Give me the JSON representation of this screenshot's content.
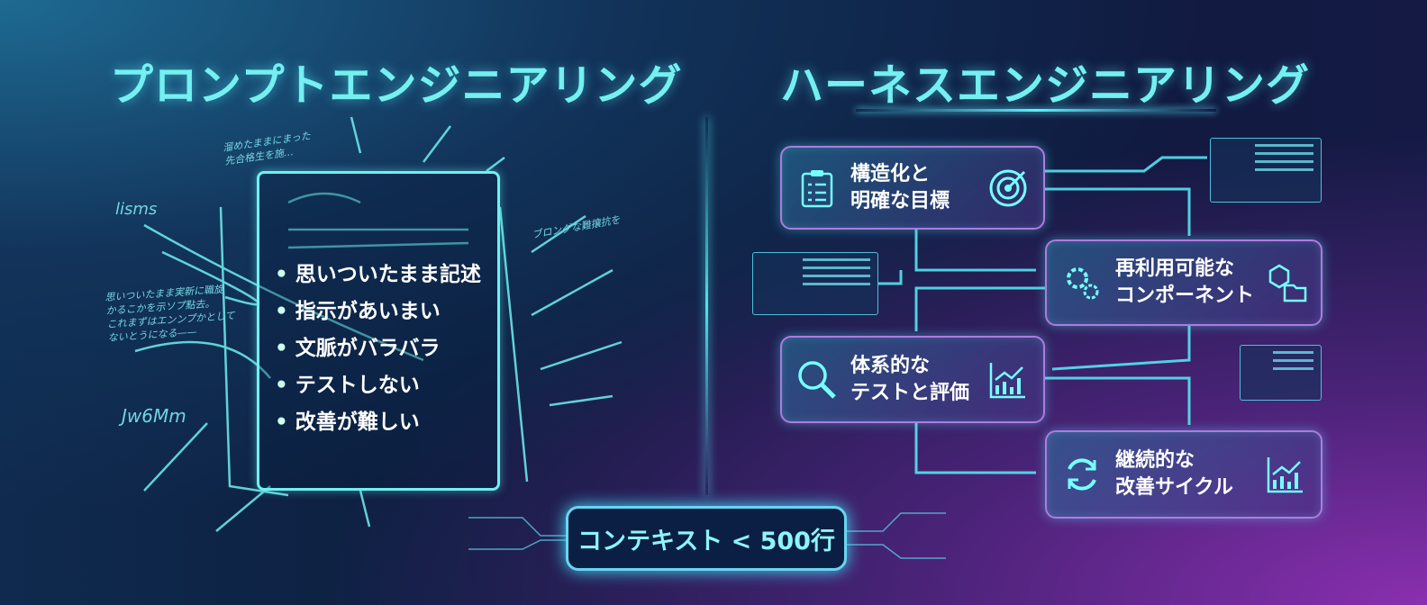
{
  "left": {
    "title": "プロンプトエンジニアリング",
    "bullets": [
      "思いついたまま記述",
      "指示があいまい",
      "文脈がバラバラ",
      "テストしない",
      "改善が難しい"
    ],
    "scribbles": [
      "溜めたままにまった\n先合格生を施…",
      "lisms",
      "ブロングな難攘抗を",
      "思いついたまま実新に職旋\nかるこかを示ソプ點去。\nこれまずはエンンプかとして\nないとうになる——",
      "Jw6Mm"
    ]
  },
  "right": {
    "title": "ハーネスエンジニアリング",
    "steps": [
      {
        "line1": "構造化と",
        "line2": "明確な目標",
        "icon": "clipboard-icon",
        "icon2": "target-icon"
      },
      {
        "line1": "再利用可能な",
        "line2": "コンポーネント",
        "icon": "gears-icon",
        "icon2": "cube-folder-icon"
      },
      {
        "line1": "体系的な",
        "line2": "テストと評価",
        "icon": "magnifier-icon",
        "icon2": "bar-chart-icon"
      },
      {
        "line1": "継続的な",
        "line2": "改善サイクル",
        "icon": "refresh-icon",
        "icon2": "bar-chart-icon"
      }
    ]
  },
  "context_label": "コンテキスト < 500行",
  "colors": {
    "accent": "#74f0f0",
    "box_border": "#b07ae0",
    "bg_left": "#1e6a92",
    "bg_right": "#8a2fb0"
  }
}
